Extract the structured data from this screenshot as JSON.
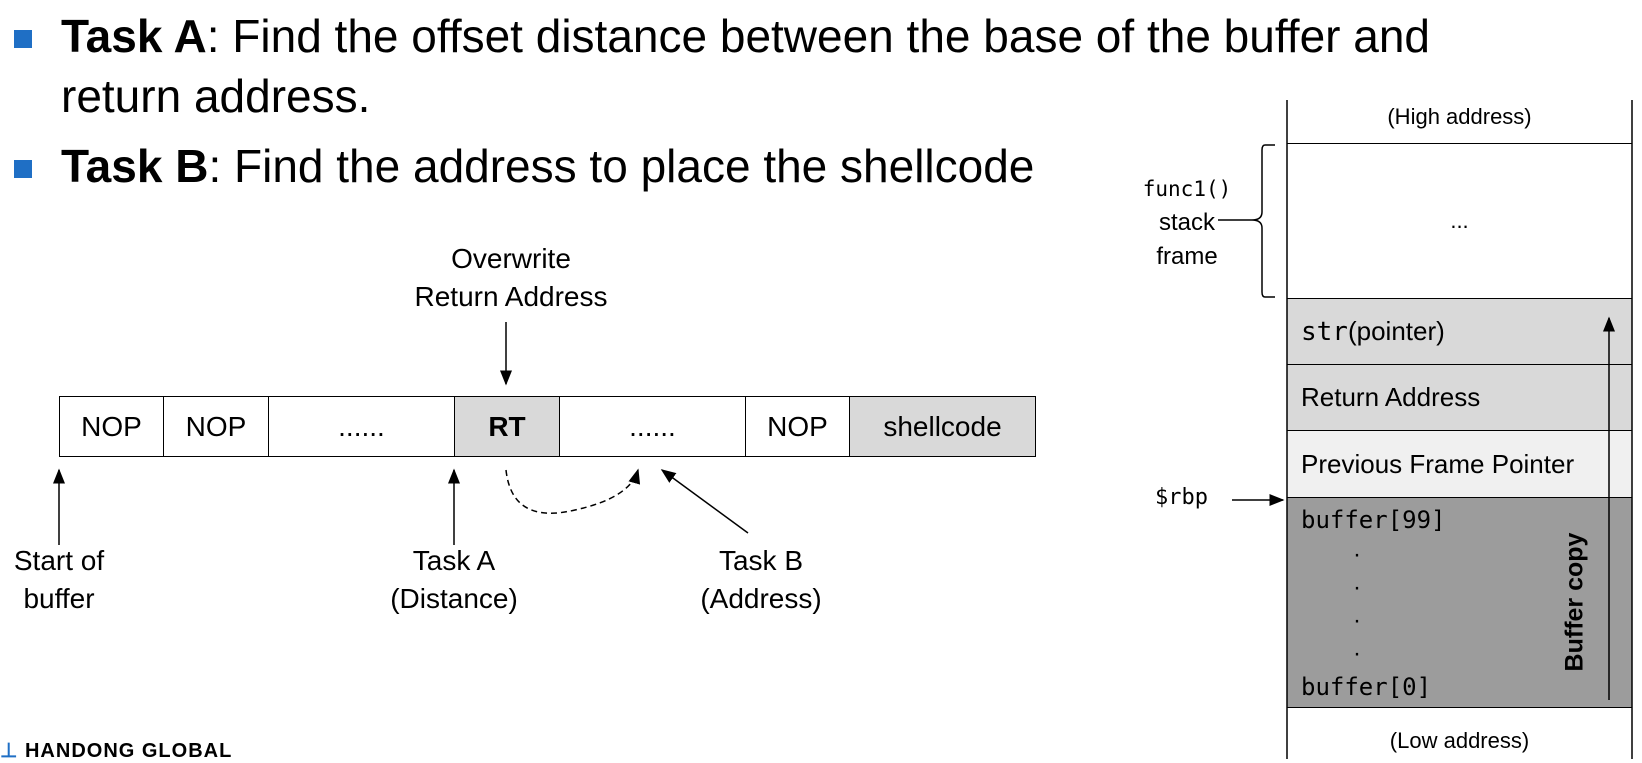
{
  "bullets": [
    {
      "title": "Task A",
      "text": ": Find the offset distance between the base of the buffer and",
      "cont": "return address."
    },
    {
      "title": "Task B",
      "text": ": Find the address to place the shellcode"
    }
  ],
  "payload": {
    "cells": [
      "NOP",
      "NOP",
      "......",
      "RT",
      "......",
      "NOP",
      "shellcode"
    ],
    "overwrite_line1": "Overwrite",
    "overwrite_line2": "Return Address",
    "start_line1": "Start of",
    "start_line2": "buffer",
    "taskA_line1": "Task A",
    "taskA_line2": "(Distance)",
    "taskB_line1": "Task B",
    "taskB_line2": "(Address)"
  },
  "stack": {
    "high": "(High address)",
    "frame_func": "func1()",
    "frame_line2": "stack",
    "frame_line3": "frame",
    "ellipsis": "...",
    "str_code": "str",
    "str_text": " (pointer)",
    "ret": "Return Address",
    "pfp": "Previous Frame Pointer",
    "rbp": "$rbp",
    "buf_top": "buffer[99]",
    "buf_bottom": "buffer[0]",
    "buffer_copy": "Buffer copy",
    "low": "(Low address)"
  },
  "logo": "HANDONG GLOBAL",
  "colors": {
    "bullet": "#1f6fc5",
    "light_grey": "#d9d9d9",
    "pfp": "#f0f0f0",
    "buffer": "#9c9c9c"
  }
}
